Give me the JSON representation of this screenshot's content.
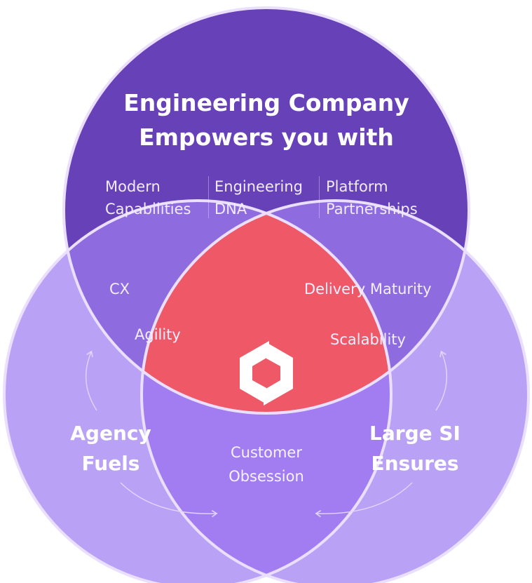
{
  "top_circle": {
    "title_line1": "Engineering Company",
    "title_line2": "Empowers you with",
    "capabilities": [
      {
        "line1": "Modern",
        "line2": "Capabilities"
      },
      {
        "line1": "Engineering",
        "line2": "DNA"
      },
      {
        "line1": "Platform",
        "line2": "Partnerships"
      }
    ]
  },
  "left_overlap": {
    "item1": "CX",
    "item2": "Agility"
  },
  "right_overlap": {
    "item1": "Delivery Maturity",
    "item2": "Scalability"
  },
  "left_circle": {
    "line1": "Agency",
    "line2": "Fuels"
  },
  "right_circle": {
    "line1": "Large SI",
    "line2": "Ensures"
  },
  "bottom_overlap": {
    "line1": "Customer",
    "line2": "Obsession"
  },
  "center": {
    "icon": "brand-logo-icon"
  },
  "colors": {
    "top_circle": "#6741b8",
    "side_circles": "#b9a1f5",
    "side_top_overlap": "#8f6be0",
    "bottom_overlap": "#a27df1",
    "center": "#ef5866",
    "outline": "#eadfff"
  }
}
